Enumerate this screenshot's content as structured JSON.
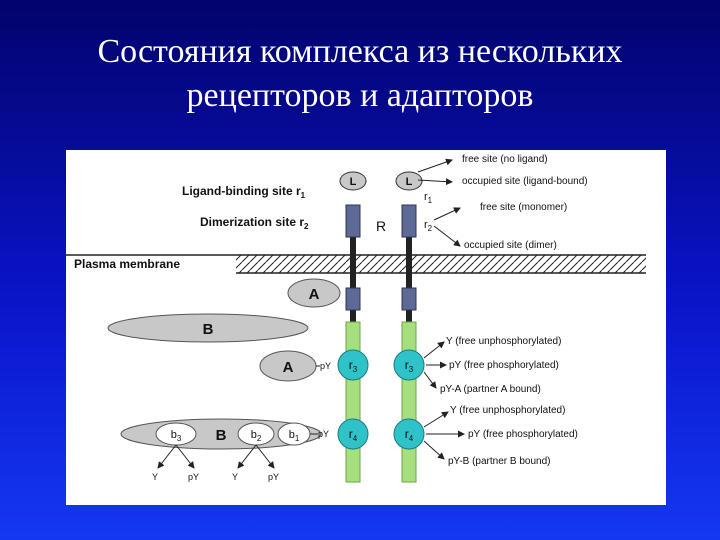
{
  "slide": {
    "title_line1": "Состояния комплекса из нескольких",
    "title_line2": "рецепторов и адапторов",
    "background_colors": [
      "#02036b",
      "#1438f2"
    ]
  },
  "diagram": {
    "colors": {
      "stem": "#a6e07e",
      "segment": "#5e6a96",
      "site_r": "#2fc3c9",
      "oval": "#c8c8c8",
      "frame_bg": "#ffffff"
    },
    "labels": {
      "ligand_site": "Ligand-binding site r",
      "ligand_site_sub": "1",
      "dimer_site": "Dimerization site r",
      "dimer_site_sub": "2",
      "membrane": "Plasma membrane",
      "receptor": "R",
      "ligand": "L",
      "r1": "r",
      "r1_sub": "1",
      "r2": "r",
      "r2_sub": "2",
      "r3": "r",
      "r3_sub": "3",
      "r4": "r",
      "r4_sub": "4",
      "adaptor_A": "A",
      "adaptor_B": "B",
      "b1": "b",
      "b1_sub": "1",
      "b2": "b",
      "b2_sub": "2",
      "b3": "b",
      "b3_sub": "3",
      "pY": "pY",
      "Y": "Y"
    },
    "annotations": {
      "free_no_ligand": "free site (no ligand)",
      "occupied_ligand": "occupied site (ligand-bound)",
      "free_monomer": "free site (monomer)",
      "occupied_dimer": "occupied site (dimer)",
      "r3_free_unphos": "Y (free unphosphorylated)",
      "r3_free_phos": "pY (free phosphorylated)",
      "r3_partner_A": "pY-A (partner A bound)",
      "r4_free_unphos": "Y (free unphosphorylated)",
      "r4_free_phos": "pY (free phosphorylated)",
      "r4_partner_B": "pY-B (partner B bound)"
    }
  }
}
